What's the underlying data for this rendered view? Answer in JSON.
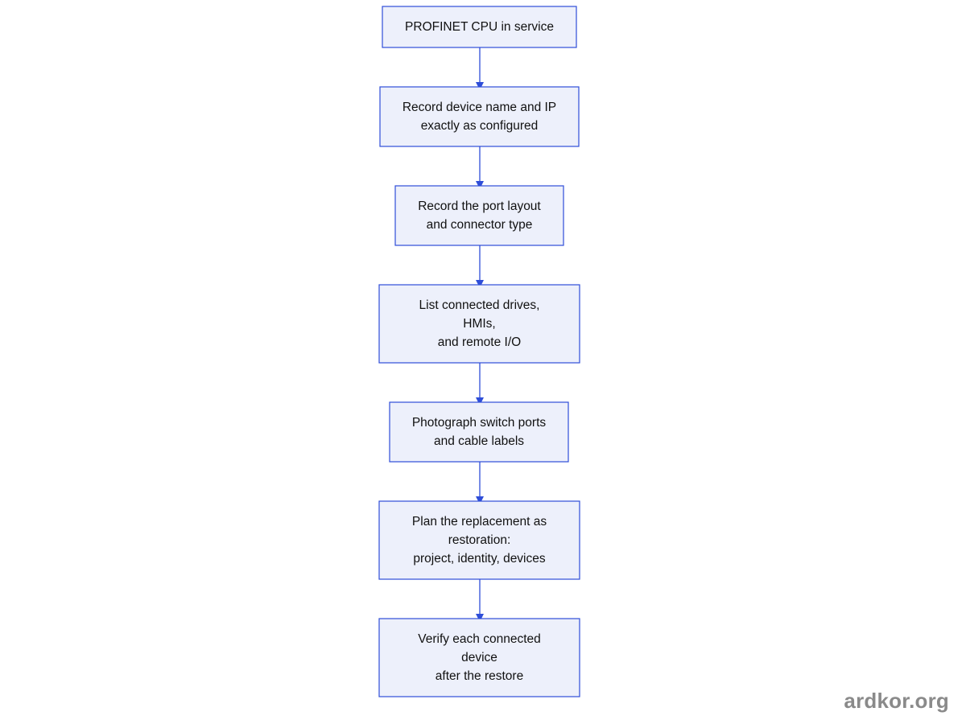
{
  "diagram": {
    "type": "flowchart",
    "direction": "top-to-bottom",
    "nodes": [
      {
        "id": "n1",
        "lines": [
          "PROFINET CPU in service"
        ]
      },
      {
        "id": "n2",
        "lines": [
          "Record device name and IP",
          "exactly as configured"
        ]
      },
      {
        "id": "n3",
        "lines": [
          "Record the port layout",
          "and connector type"
        ]
      },
      {
        "id": "n4",
        "lines": [
          "List connected drives,",
          "HMIs,",
          "and remote I/O"
        ]
      },
      {
        "id": "n5",
        "lines": [
          "Photograph switch ports",
          "and cable labels"
        ]
      },
      {
        "id": "n6",
        "lines": [
          "Plan the replacement as",
          "restoration:",
          "project, identity, devices"
        ]
      },
      {
        "id": "n7",
        "lines": [
          "Verify each connected",
          "device",
          "after the restore"
        ]
      }
    ],
    "edges": [
      {
        "from": "n1",
        "to": "n2"
      },
      {
        "from": "n2",
        "to": "n3"
      },
      {
        "from": "n3",
        "to": "n4"
      },
      {
        "from": "n4",
        "to": "n5"
      },
      {
        "from": "n5",
        "to": "n6"
      },
      {
        "from": "n6",
        "to": "n7"
      }
    ],
    "colors": {
      "node_fill": "#edf0fb",
      "node_border": "#2f4ed8",
      "edge": "#2f4ed8",
      "text": "#111111"
    }
  },
  "watermark": {
    "text": "ardkor.org",
    "color": "#8a8a8a"
  }
}
